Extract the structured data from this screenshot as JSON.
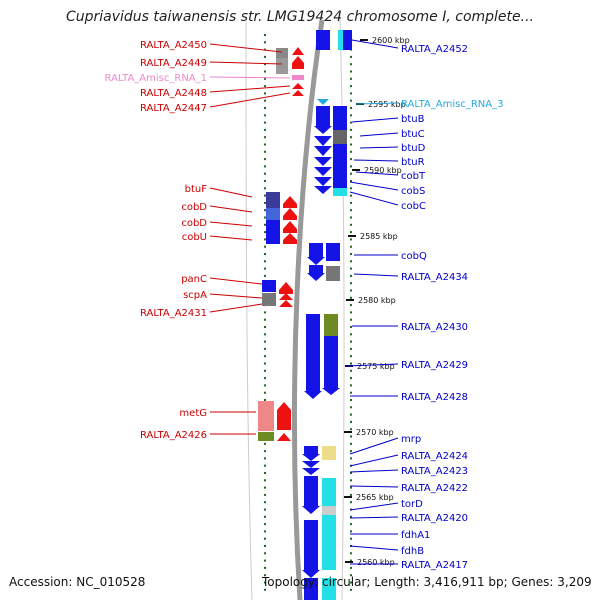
{
  "title": "Cupriavidus taiwanensis str. LMG19424 chromosome I, complete...",
  "footer": {
    "accession": "Accession: NC_010528",
    "topology": "Topology: circular; Length: 3,416,911 bp; Genes: 3,209"
  },
  "colors": {
    "forward_label": "#0000cc",
    "reverse_label": "#cc0000",
    "rna_forward": "#22aadd",
    "rna_reverse": "#ee88cc",
    "gene_blue": "#1414e6",
    "gene_red": "#ee1111",
    "gene_gray": "#777777",
    "gene_cyan": "#22e0e6",
    "gene_olive": "#6e8a22",
    "gene_yellow": "#eedd88",
    "gene_pink": "#ee8888",
    "dot_green": "#226622"
  },
  "scale_ticks": [
    {
      "label": "2600 kbp"
    },
    {
      "label": "2595 kbp"
    },
    {
      "label": "2590 kbp"
    },
    {
      "label": "2585 kbp"
    },
    {
      "label": "2580 kbp"
    },
    {
      "label": "2575 kbp"
    },
    {
      "label": "2570 kbp"
    },
    {
      "label": "2565 kbp"
    },
    {
      "label": "2560 kbp"
    }
  ],
  "genes_left": [
    {
      "name": "RALTA_A2450"
    },
    {
      "name": "RALTA_A2449"
    },
    {
      "name": "RALTA_Amisc_RNA_1"
    },
    {
      "name": "RALTA_A2448"
    },
    {
      "name": "RALTA_A2447"
    },
    {
      "name": "btuF"
    },
    {
      "name": "cobD"
    },
    {
      "name": "cobD"
    },
    {
      "name": "cobU"
    },
    {
      "name": "panC"
    },
    {
      "name": "scpA"
    },
    {
      "name": "RALTA_A2431"
    },
    {
      "name": "metG"
    },
    {
      "name": "RALTA_A2426"
    }
  ],
  "genes_right": [
    {
      "name": "RALTA_A2452"
    },
    {
      "name": "RALTA_Amisc_RNA_3"
    },
    {
      "name": "btuB"
    },
    {
      "name": "btuC"
    },
    {
      "name": "btuD"
    },
    {
      "name": "btuR"
    },
    {
      "name": "cobT"
    },
    {
      "name": "cobS"
    },
    {
      "name": "cobC"
    },
    {
      "name": "cobQ"
    },
    {
      "name": "RALTA_A2434"
    },
    {
      "name": "RALTA_A2430"
    },
    {
      "name": "RALTA_A2429"
    },
    {
      "name": "RALTA_A2428"
    },
    {
      "name": "mrp"
    },
    {
      "name": "RALTA_A2424"
    },
    {
      "name": "RALTA_A2423"
    },
    {
      "name": "RALTA_A2422"
    },
    {
      "name": "torD"
    },
    {
      "name": "RALTA_A2420"
    },
    {
      "name": "fdhA1"
    },
    {
      "name": "fdhB"
    },
    {
      "name": "RALTA_A2417"
    }
  ]
}
